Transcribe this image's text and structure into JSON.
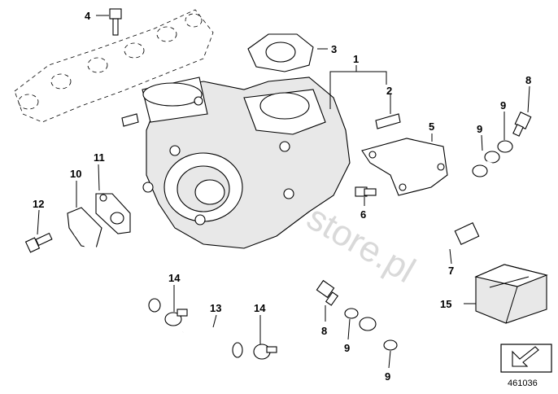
{
  "watermark": "www.BMWstore.pl",
  "reference_number": "461036",
  "callouts": [
    "1",
    "2",
    "3",
    "4",
    "5",
    "6",
    "7",
    "8",
    "8",
    "9",
    "9",
    "9",
    "9",
    "10",
    "11",
    "12",
    "13",
    "14",
    "14",
    "15"
  ]
}
